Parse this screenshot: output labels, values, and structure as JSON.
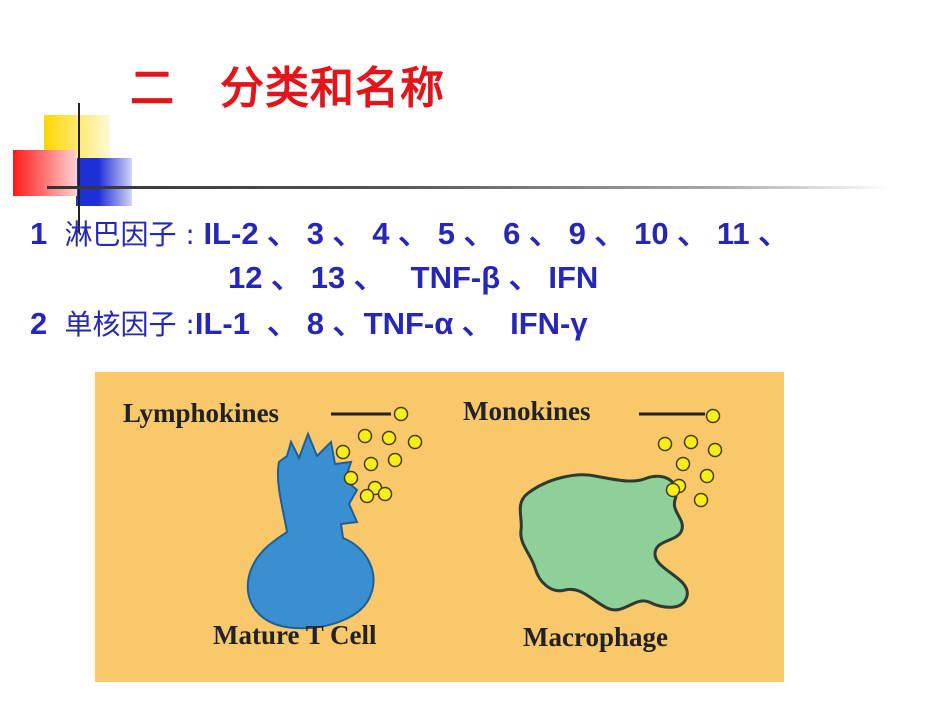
{
  "slide": {
    "title": "二　分类和名称",
    "item1": {
      "num": "1",
      "name": "淋巴因子 :",
      "list": " IL-2 、 3 、 4 、 5 、 6 、 9 、 10 、 11 、",
      "list_cont": "12 、 13 、   TNF-β 、 IFN"
    },
    "item2": {
      "num": "2",
      "name": "单核因子 :",
      "list": "IL-1  、 8 、TNF-α 、  IFN-γ"
    }
  },
  "figure": {
    "background_color": "#f8c86a",
    "lymph_label": "Lymphokines",
    "mono_label": "Monokines",
    "tcell_label": "Mature T Cell",
    "macro_label": "Macrophage",
    "tcell_color": "#3a8fd0",
    "macro_color": "#8ecf9a",
    "dot_color": "#f5ee1a"
  }
}
